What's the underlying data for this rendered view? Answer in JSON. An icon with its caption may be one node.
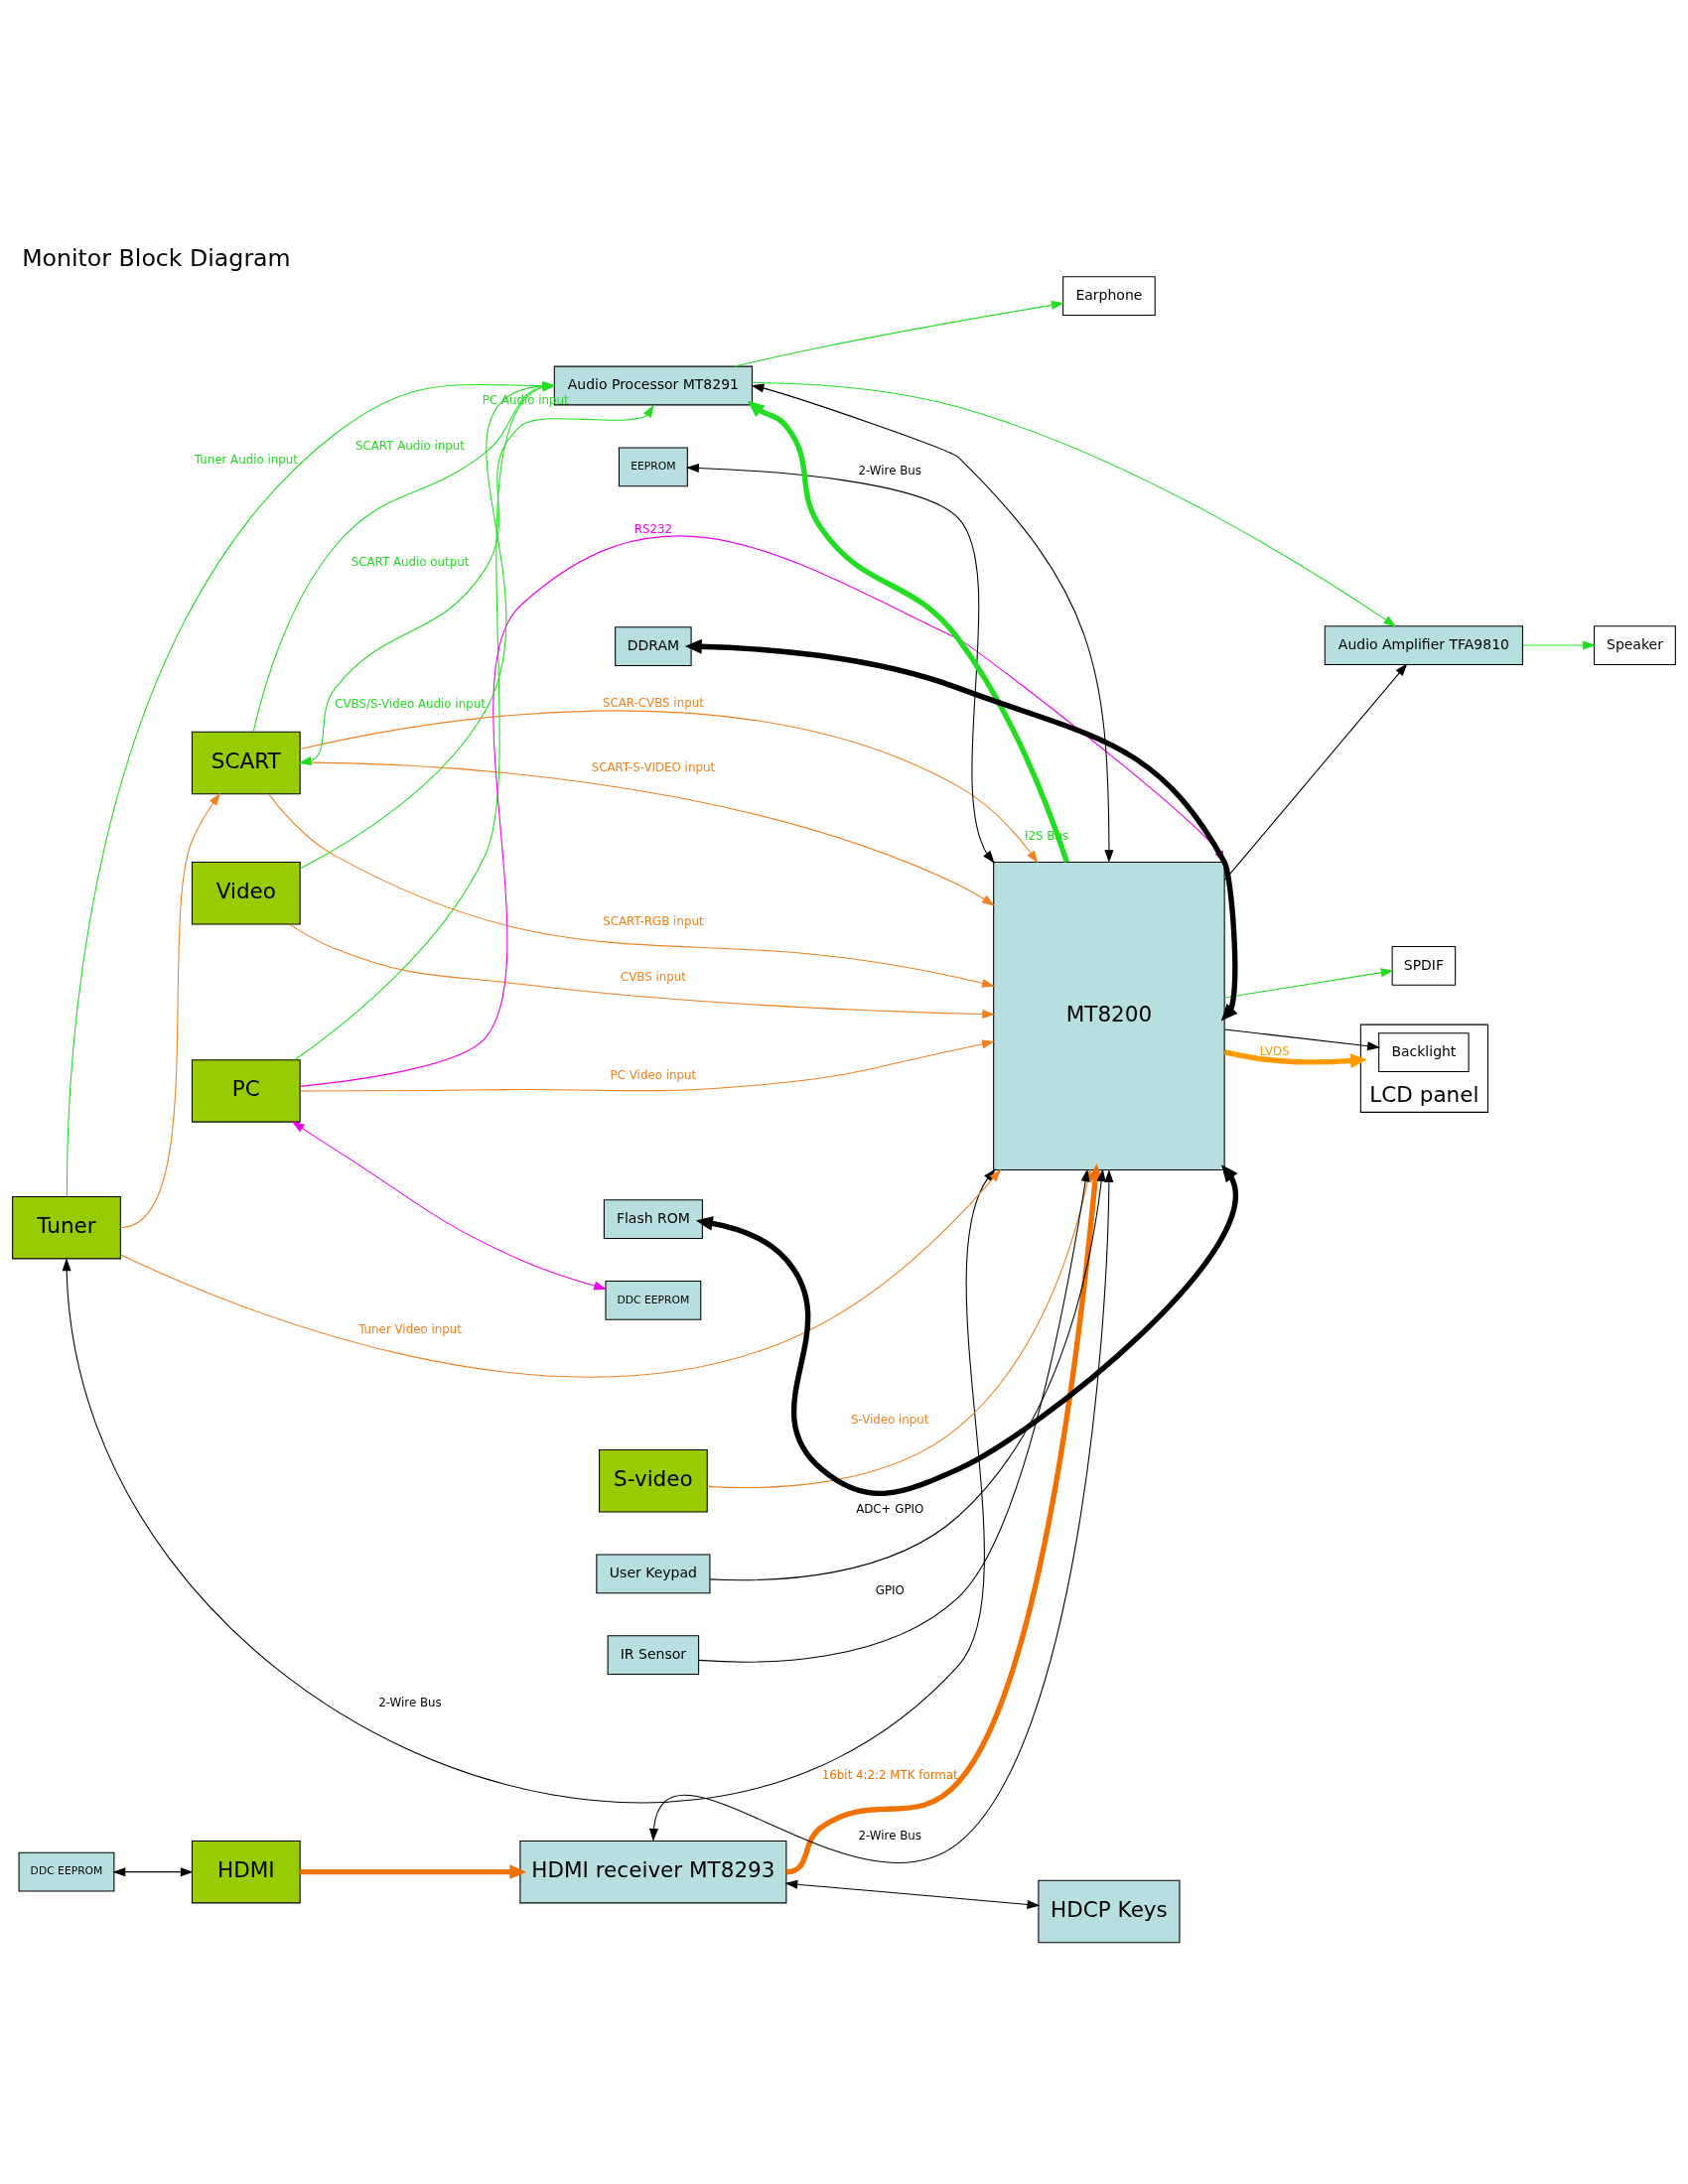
{
  "diagram": {
    "title": "Monitor Block Diagram",
    "nodes": [
      {
        "text": [
          "PC"
        ]
      },
      {
        "text": [
          "DDC EEPROM"
        ]
      },
      {
        "text": [
          "Tuner"
        ]
      },
      {
        "text": [
          "Video"
        ]
      },
      {
        "text": [
          "S-video"
        ]
      },
      {
        "text": [
          "SCART"
        ]
      },
      {
        "text": [
          "DDC EEPROM"
        ]
      },
      {
        "text": [
          "HDMI"
        ]
      },
      {
        "text": [
          "Audio Processor MT8291"
        ]
      },
      {
        "text": [
          "Audio Amplifier TFA9810"
        ]
      },
      {
        "text": [
          "Speaker"
        ]
      },
      {
        "text": [
          "EEPROM"
        ]
      },
      {
        "text": [
          "Earphone"
        ]
      },
      {
        "text": [
          "SPDIF"
        ]
      },
      {
        "text": [
          "MT8200"
        ]
      },
      {
        "text": [
          "LCD panel"
        ]
      },
      {
        "text": [
          "Backlight"
        ],
        "in": 15
      },
      {
        "text": [
          "HDMI receiver MT8293"
        ]
      },
      {
        "text": [
          "HDCP Keys"
        ]
      },
      {
        "text": [
          "User Keypad"
        ]
      },
      {
        "text": [
          "IR Sensor"
        ]
      },
      {
        "text": [
          "Flash ROM"
        ]
      },
      {
        "text": [
          "DDRAM"
        ]
      }
    ],
    "edges": [
      {
        "from": 0,
        "to": 1,
        "arrow": "both",
        "color": "#ee00ee"
      },
      {
        "from": 0,
        "to": 14,
        "arrow": "to",
        "label": "RS232",
        "color": "#ee00ee"
      },
      {
        "from": 0,
        "to": 8,
        "arrow": "to",
        "label": "PC Audio input",
        "color": "#22dd22"
      },
      {
        "from": 3,
        "to": 8,
        "arrow": "to",
        "label": "CVBS/S-Video Audio input",
        "color": "#22dd22"
      },
      {
        "from": 5,
        "to": 8,
        "arrow": "to",
        "label": "SCART Audio input",
        "color": "#22dd22"
      },
      {
        "from": 2,
        "to": 8,
        "arrow": "to",
        "label": "Tuner Audio input",
        "color": "#22dd22"
      },
      {
        "from": 8,
        "to": 5,
        "arrow": "both",
        "label": "SCART Audio output",
        "color": "#22dd22"
      },
      {
        "from": 8,
        "to": 9,
        "arrow": "to",
        "color": "#22dd22"
      },
      {
        "from": 9,
        "to": 10,
        "arrow": "to",
        "color": "#22dd22"
      },
      {
        "from": 8,
        "to": 12,
        "arrow": "to",
        "color": "#22dd22"
      },
      {
        "from": 14,
        "to": 8,
        "arrow": "to",
        "label": "I2S Bus",
        "style": "thick",
        "color": "#22dd22"
      },
      {
        "from": 2,
        "to": 14,
        "arrow": "both",
        "label": "2-Wire Bus"
      },
      {
        "from": 8,
        "to": 14,
        "arrow": "both"
      },
      {
        "from": 11,
        "to": 14,
        "arrow": "both",
        "label": "2-Wire Bus"
      },
      {
        "from": 14,
        "to": 9,
        "arrow": "to"
      },
      {
        "from": 14,
        "to": 13,
        "arrow": "to",
        "color": "#22dd22"
      },
      {
        "from": 14,
        "to": 16,
        "arrow": "to"
      },
      {
        "from": 14,
        "to": 15,
        "arrow": "to",
        "label": "LVDS",
        "style": "thick",
        "color": "#ff9900"
      },
      {
        "from": 0,
        "to": 14,
        "arrow": "to",
        "label": "PC Video input",
        "color": "#f08020"
      },
      {
        "from": 3,
        "to": 14,
        "arrow": "to",
        "label": "CVBS input",
        "color": "#f08020"
      },
      {
        "from": 4,
        "to": 14,
        "arrow": "to",
        "label": "S-Video input",
        "color": "#f08020"
      },
      {
        "from": 5,
        "to": 14,
        "arrow": "to",
        "label": "SCAR-CVBS input",
        "color": "#f08020"
      },
      {
        "from": 5,
        "to": 14,
        "arrow": "to",
        "label": "SCART-S-VIDEO input",
        "color": "#f08020"
      },
      {
        "from": 5,
        "to": 14,
        "arrow": "to",
        "label": "SCART-RGB input",
        "color": "#f08020"
      },
      {
        "from": 2,
        "to": 14,
        "arrow": "to",
        "label": "Tuner Video input",
        "color": "#f08020"
      },
      {
        "from": 2,
        "to": 5,
        "arrow": "to",
        "color": "#f08020"
      },
      {
        "from": 6,
        "to": 7,
        "arrow": "both"
      },
      {
        "from": 7,
        "to": 17,
        "arrow": "to",
        "style": "thick",
        "color": "#f07000"
      },
      {
        "from": 17,
        "to": 14,
        "arrow": "to",
        "label": "16bit 4:2:2 MTK format",
        "style": "thick",
        "color": "#f07000"
      },
      {
        "from": 17,
        "to": 14,
        "arrow": "both",
        "label": "2-Wire Bus"
      },
      {
        "from": 17,
        "to": 18,
        "arrow": "both"
      },
      {
        "from": 19,
        "to": 14,
        "arrow": "to",
        "label": "ADC+ GPIO"
      },
      {
        "from": 20,
        "to": 14,
        "arrow": "to",
        "label": "GPIO"
      },
      {
        "from": 21,
        "to": 14,
        "arrow": "both",
        "style": "thick"
      },
      {
        "from": 22,
        "to": 14,
        "arrow": "both",
        "style": "thick"
      }
    ]
  }
}
